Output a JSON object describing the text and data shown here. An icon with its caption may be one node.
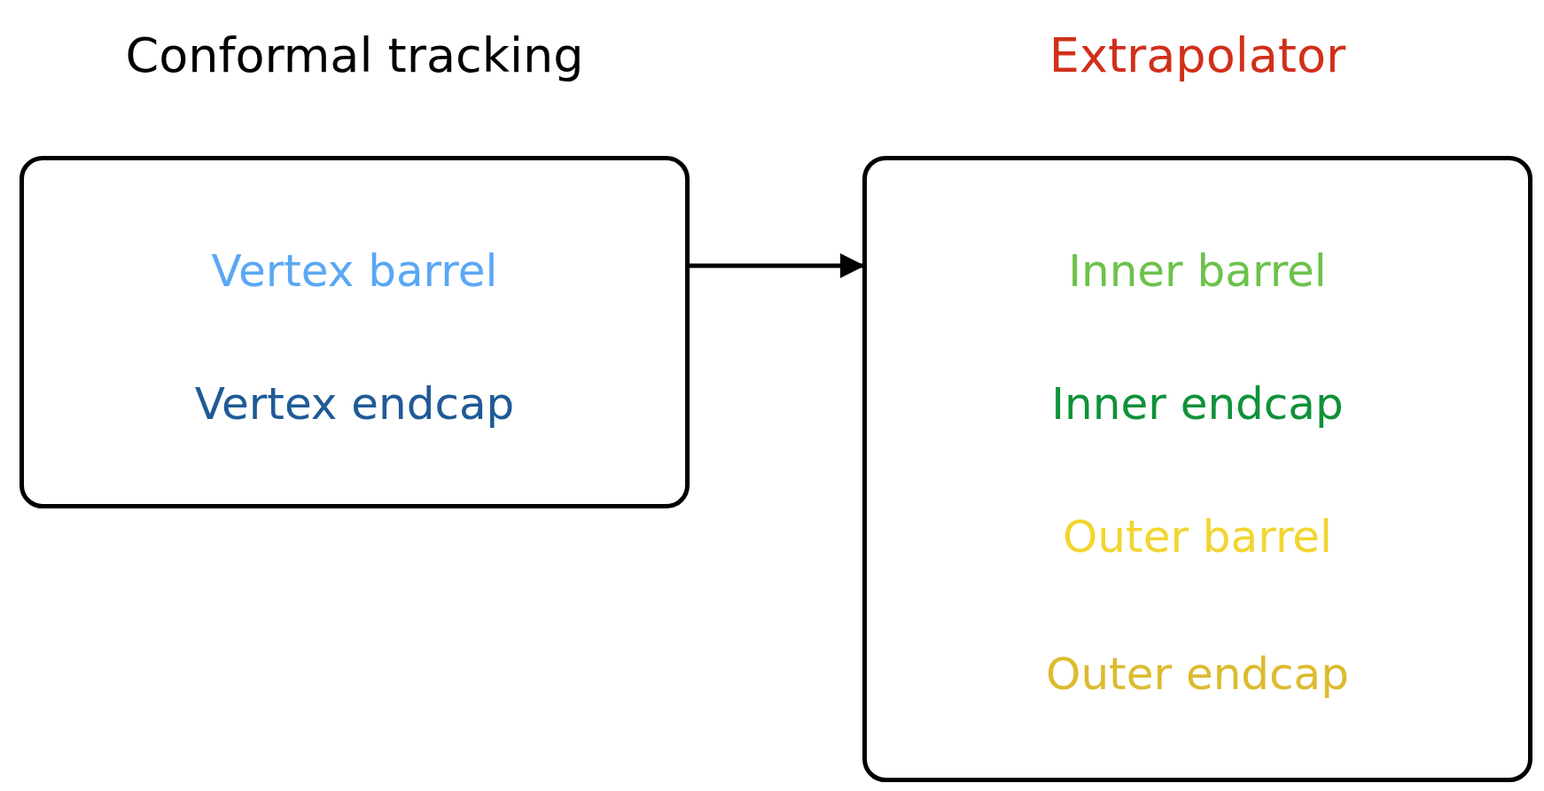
{
  "diagram": {
    "nodes": [
      {
        "text": [
          "Conformal tracking",
          "Vertex barrel",
          "Vertex endcap"
        ]
      },
      {
        "text": [
          "Extrapolator",
          "Inner barrel",
          "Inner endcap",
          "Outer barrel",
          "Outer endcap"
        ]
      }
    ],
    "edges": [
      {
        "from": 0,
        "to": 1,
        "arrow": "to"
      }
    ]
  }
}
